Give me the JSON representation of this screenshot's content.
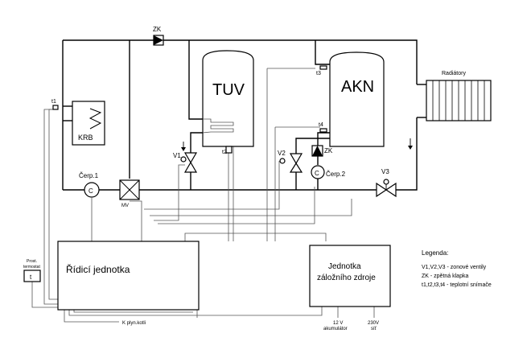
{
  "labels": {
    "zk_top": "ZK",
    "tuv": "TUV",
    "akn": "AKN",
    "radiatory": "Radiátory",
    "krb": "KRB",
    "t1": "t1",
    "t2": "t2",
    "t3": "t3",
    "t4": "t4",
    "v1": "V1",
    "v2": "V2",
    "v3": "V3",
    "zk_right": "ZK",
    "cerp1": "Čerp.1",
    "cerp2": "Čerp.2",
    "pump_symbol": "C",
    "mv": "MV",
    "ridici": "Řídicí jednotka",
    "jednotka_line1": "Jednotka",
    "jednotka_line2": "záložního zdroje",
    "prostorovy_line1": "Prost.",
    "prostorovy_line2": "termostat",
    "prostorovy_symbol": "t",
    "k_plyn": "K plyn.kotli",
    "akumulator_line1": "12 V",
    "akumulator_line2": "akumulátor",
    "sit_line1": "230V",
    "sit_line2": "síť"
  },
  "legend": {
    "title": "Legenda:",
    "line1": "V1,V2,V3 - zonové ventily",
    "line2": "ZK - zpětná klapka",
    "line3": "t1,t2,t3,t4 - teplotní snímače"
  }
}
